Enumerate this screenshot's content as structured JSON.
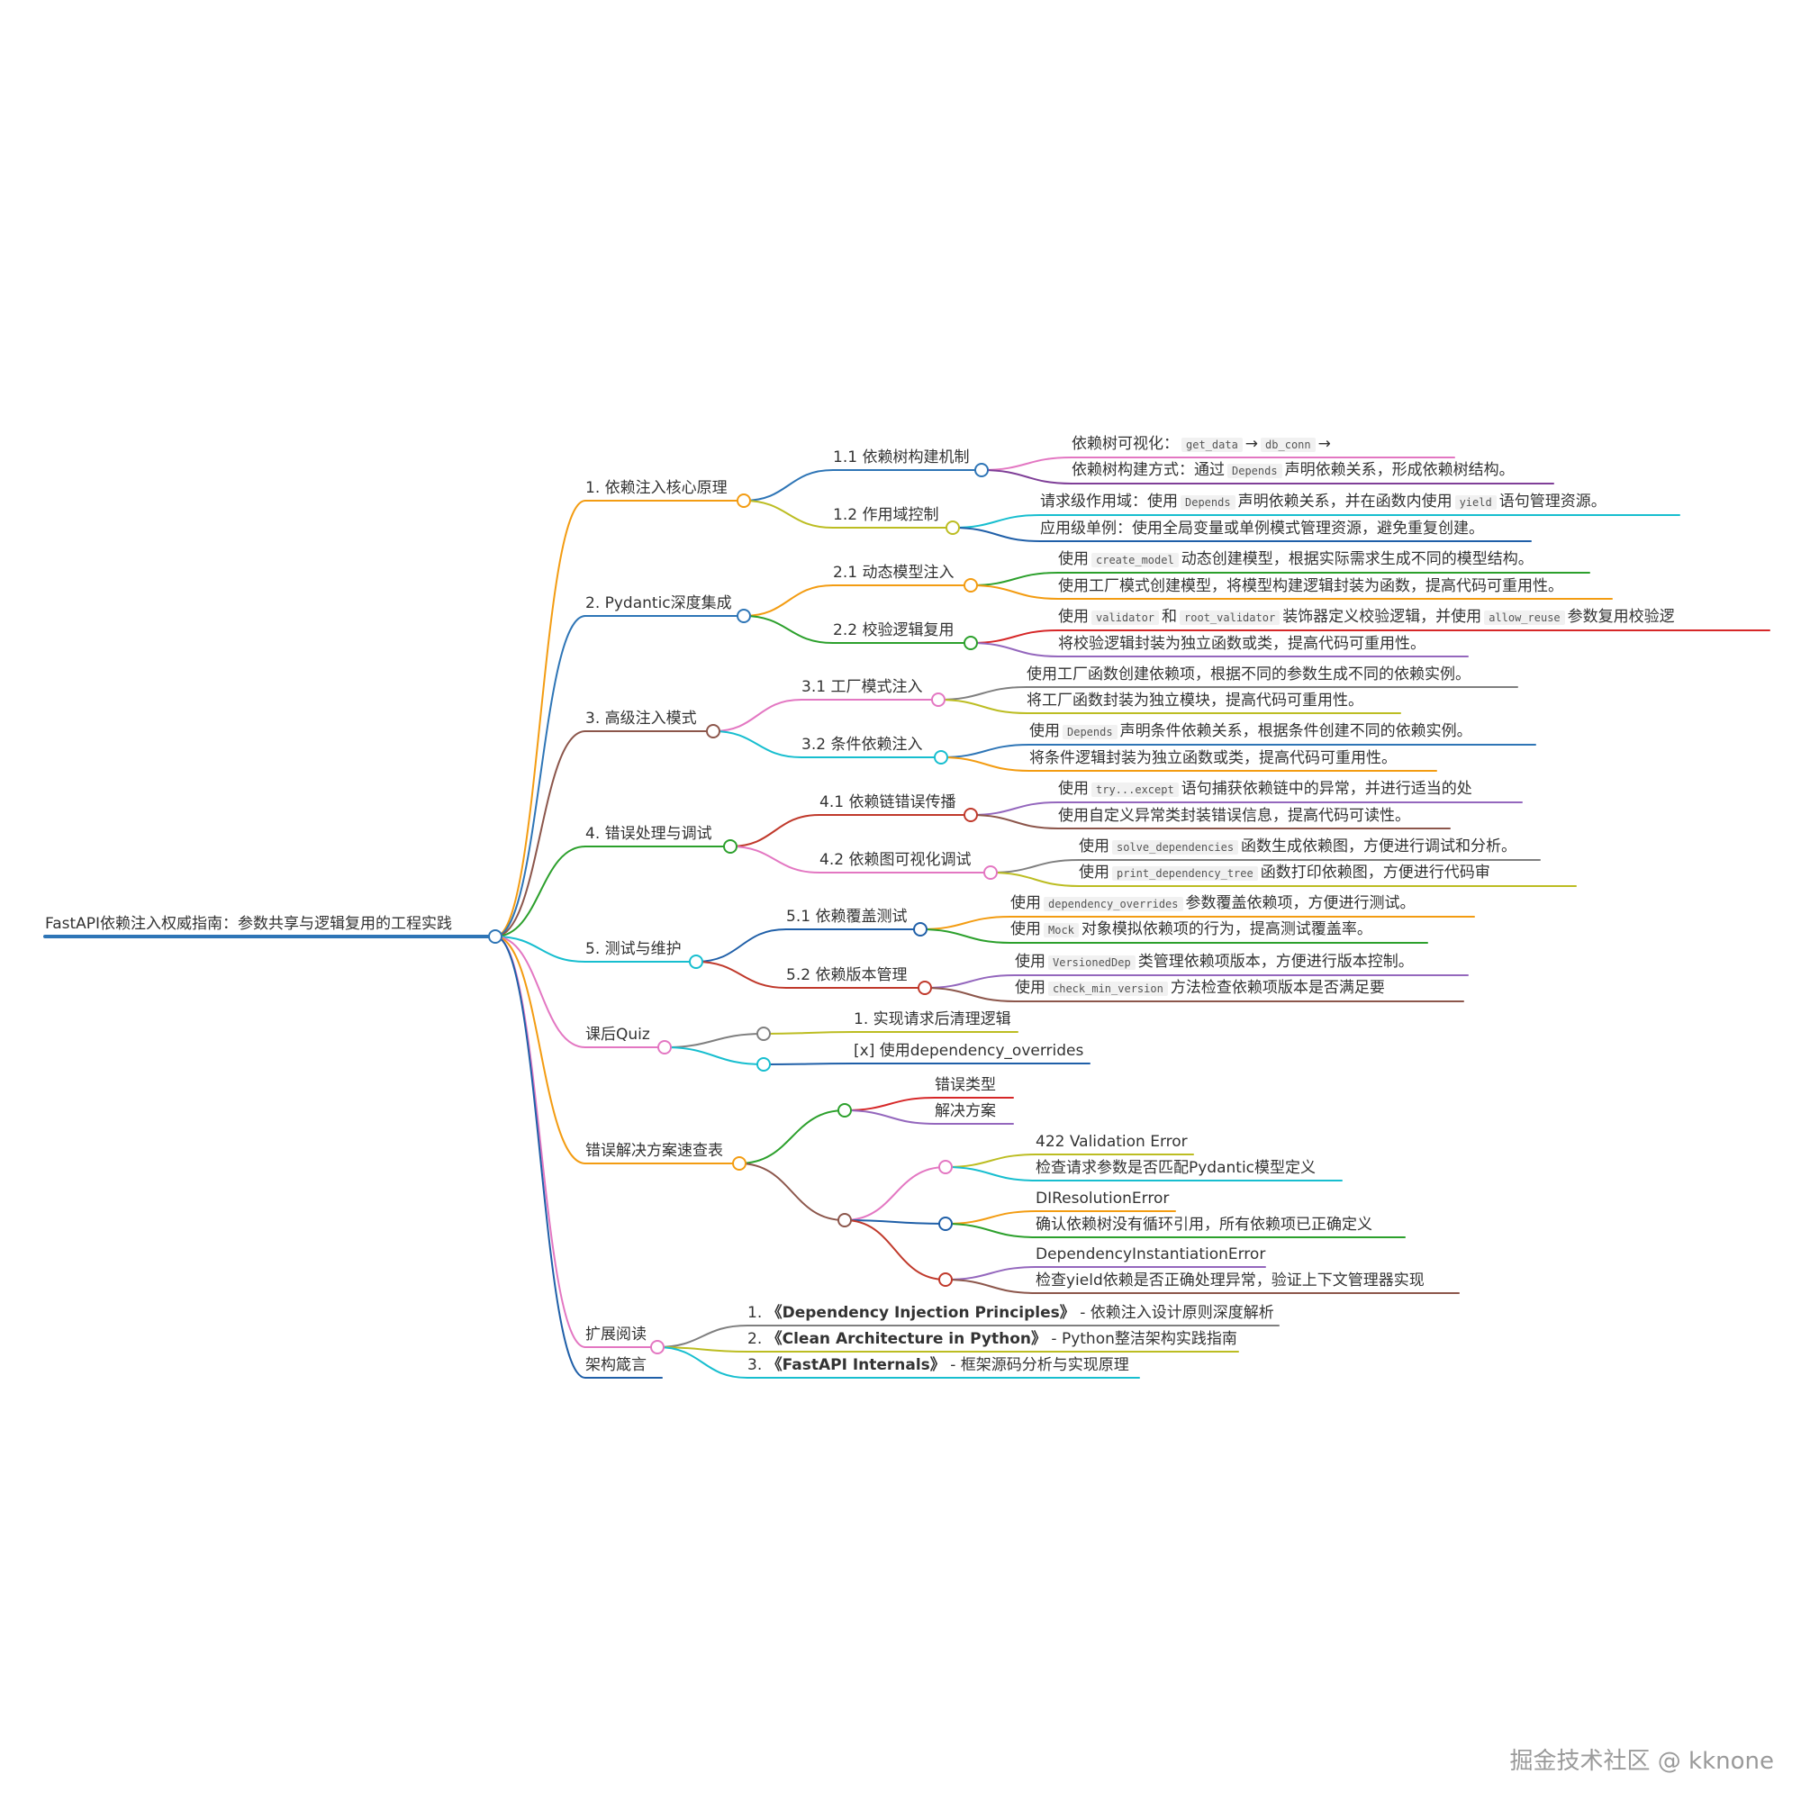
{
  "mindmap": {
    "root": {
      "id": "root",
      "color": "#2e75b6",
      "segs": [
        {
          "t": "FastAPI依赖注入权威指南：参数共享与逻辑复用的工程实践"
        }
      ]
    },
    "sections": [
      {
        "id": "s1",
        "color": "#f39c12",
        "segs": [
          {
            "t": "1. 依赖注入核心原理"
          }
        ],
        "children": [
          {
            "id": "s1a",
            "color": "#2e75b6",
            "segs": [
              {
                "t": "1.1 依赖树构建机制"
              }
            ],
            "children": [
              {
                "id": "s1a1",
                "color": "#e377c2",
                "segs": [
                  {
                    "t": "依赖树可视化："
                  },
                  {
                    "t": "get_data",
                    "code": true
                  },
                  {
                    "t": "→"
                  },
                  {
                    "t": "db_conn",
                    "code": true
                  },
                  {
                    "t": "→"
                  }
                ]
              },
              {
                "id": "s1a2",
                "color": "#7f3f98",
                "segs": [
                  {
                    "t": "依赖树构建方式：通过"
                  },
                  {
                    "t": "Depends",
                    "code": true
                  },
                  {
                    "t": "声明依赖关系，形成依赖树结构。"
                  }
                ]
              }
            ]
          },
          {
            "id": "s1b",
            "color": "#bcbd22",
            "segs": [
              {
                "t": "1.2 作用域控制"
              }
            ],
            "children": [
              {
                "id": "s1b1",
                "color": "#17becf",
                "segs": [
                  {
                    "t": "请求级作用域：使用"
                  },
                  {
                    "t": "Depends",
                    "code": true
                  },
                  {
                    "t": "声明依赖关系，并在函数内使用"
                  },
                  {
                    "t": "yield",
                    "code": true
                  },
                  {
                    "t": "语句管理资源。"
                  }
                ]
              },
              {
                "id": "s1b2",
                "color": "#1f5fa8",
                "segs": [
                  {
                    "t": "应用级单例：使用全局变量或单例模式管理资源，避免重复创建。"
                  }
                ]
              }
            ]
          }
        ]
      },
      {
        "id": "s2",
        "color": "#2e75b6",
        "segs": [
          {
            "t": "2. Pydantic深度集成"
          }
        ],
        "children": [
          {
            "id": "s2a",
            "color": "#f39c12",
            "segs": [
              {
                "t": "2.1 动态模型注入"
              }
            ],
            "children": [
              {
                "id": "s2a1",
                "color": "#2ca02c",
                "segs": [
                  {
                    "t": "使用"
                  },
                  {
                    "t": "create_model",
                    "code": true
                  },
                  {
                    "t": "动态创建模型，根据实际需求生成不同的模型结构。"
                  }
                ]
              },
              {
                "id": "s2a2",
                "color": "#f39c12",
                "segs": [
                  {
                    "t": "使用工厂模式创建模型，将模型构建逻辑封装为函数，提高代码可重用性。"
                  }
                ]
              }
            ]
          },
          {
            "id": "s2b",
            "color": "#2ca02c",
            "segs": [
              {
                "t": "2.2 校验逻辑复用"
              }
            ],
            "children": [
              {
                "id": "s2b1",
                "color": "#d62728",
                "segs": [
                  {
                    "t": "使用"
                  },
                  {
                    "t": "validator",
                    "code": true
                  },
                  {
                    "t": "和"
                  },
                  {
                    "t": "root_validator",
                    "code": true
                  },
                  {
                    "t": "装饰器定义校验逻辑，并使用"
                  },
                  {
                    "t": "allow_reuse",
                    "code": true
                  },
                  {
                    "t": "参数复用校验逻"
                  }
                ]
              },
              {
                "id": "s2b2",
                "color": "#9467bd",
                "segs": [
                  {
                    "t": "将校验逻辑封装为独立函数或类，提高代码可重用性。"
                  }
                ]
              }
            ]
          }
        ]
      },
      {
        "id": "s3",
        "color": "#8c564b",
        "segs": [
          {
            "t": "3. 高级注入模式"
          }
        ],
        "children": [
          {
            "id": "s3a",
            "color": "#e377c2",
            "segs": [
              {
                "t": "3.1 工厂模式注入"
              }
            ],
            "children": [
              {
                "id": "s3a1",
                "color": "#7f7f7f",
                "segs": [
                  {
                    "t": "使用工厂函数创建依赖项，根据不同的参数生成不同的依赖实例。"
                  }
                ]
              },
              {
                "id": "s3a2",
                "color": "#bcbd22",
                "segs": [
                  {
                    "t": "将工厂函数封装为独立模块，提高代码可重用性。"
                  }
                ]
              }
            ]
          },
          {
            "id": "s3b",
            "color": "#17becf",
            "segs": [
              {
                "t": "3.2 条件依赖注入"
              }
            ],
            "children": [
              {
                "id": "s3b1",
                "color": "#2e75b6",
                "segs": [
                  {
                    "t": "使用"
                  },
                  {
                    "t": "Depends",
                    "code": true
                  },
                  {
                    "t": "声明条件依赖关系，根据条件创建不同的依赖实例。"
                  }
                ]
              },
              {
                "id": "s3b2",
                "color": "#f39c12",
                "segs": [
                  {
                    "t": "将条件逻辑封装为独立函数或类，提高代码可重用性。"
                  }
                ]
              }
            ]
          }
        ]
      },
      {
        "id": "s4",
        "color": "#2ca02c",
        "segs": [
          {
            "t": "4. 错误处理与调试"
          }
        ],
        "children": [
          {
            "id": "s4a",
            "color": "#c0392b",
            "segs": [
              {
                "t": "4.1 依赖链错误传播"
              }
            ],
            "children": [
              {
                "id": "s4a1",
                "color": "#9467bd",
                "segs": [
                  {
                    "t": "使用"
                  },
                  {
                    "t": "try...except",
                    "code": true
                  },
                  {
                    "t": "语句捕获依赖链中的异常，并进行适当的处"
                  }
                ]
              },
              {
                "id": "s4a2",
                "color": "#8c564b",
                "segs": [
                  {
                    "t": "使用自定义异常类封装错误信息，提高代码可读性。"
                  }
                ]
              }
            ]
          },
          {
            "id": "s4b",
            "color": "#e377c2",
            "segs": [
              {
                "t": "4.2 依赖图可视化调试"
              }
            ],
            "children": [
              {
                "id": "s4b1",
                "color": "#7f7f7f",
                "segs": [
                  {
                    "t": "使用"
                  },
                  {
                    "t": "solve_dependencies",
                    "code": true
                  },
                  {
                    "t": "函数生成依赖图，方便进行调试和分析。"
                  }
                ]
              },
              {
                "id": "s4b2",
                "color": "#bcbd22",
                "segs": [
                  {
                    "t": "使用"
                  },
                  {
                    "t": "print_dependency_tree",
                    "code": true
                  },
                  {
                    "t": "函数打印依赖图，方便进行代码审"
                  }
                ]
              }
            ]
          }
        ]
      },
      {
        "id": "s5",
        "color": "#17becf",
        "segs": [
          {
            "t": "5. 测试与维护"
          }
        ],
        "children": [
          {
            "id": "s5a",
            "color": "#1f5fa8",
            "segs": [
              {
                "t": "5.1 依赖覆盖测试"
              }
            ],
            "children": [
              {
                "id": "s5a1",
                "color": "#f39c12",
                "segs": [
                  {
                    "t": "使用"
                  },
                  {
                    "t": "dependency_overrides",
                    "code": true
                  },
                  {
                    "t": "参数覆盖依赖项，方便进行测试。"
                  }
                ]
              },
              {
                "id": "s5a2",
                "color": "#2ca02c",
                "segs": [
                  {
                    "t": "使用"
                  },
                  {
                    "t": "Mock",
                    "code": true
                  },
                  {
                    "t": "对象模拟依赖项的行为，提高测试覆盖率。"
                  }
                ]
              }
            ]
          },
          {
            "id": "s5b",
            "color": "#c0392b",
            "segs": [
              {
                "t": "5.2 依赖版本管理"
              }
            ],
            "children": [
              {
                "id": "s5b1",
                "color": "#9467bd",
                "segs": [
                  {
                    "t": "使用"
                  },
                  {
                    "t": "VersionedDep",
                    "code": true
                  },
                  {
                    "t": "类管理依赖项版本，方便进行版本控制。"
                  }
                ]
              },
              {
                "id": "s5b2",
                "color": "#8c564b",
                "segs": [
                  {
                    "t": "使用"
                  },
                  {
                    "t": "check_min_version",
                    "code": true
                  },
                  {
                    "t": "方法检查依赖项版本是否满足要"
                  }
                ]
              }
            ]
          }
        ]
      },
      {
        "id": "s6",
        "color": "#e377c2",
        "segs": [
          {
            "t": "课后Quiz"
          }
        ],
        "children": [
          {
            "id": "s6a",
            "color": "#7f7f7f",
            "segs": [],
            "children": [
              {
                "id": "s6a1",
                "color": "#bcbd22",
                "segs": [
                  {
                    "t": "1. 实现请求后清理逻辑"
                  }
                ]
              }
            ]
          },
          {
            "id": "s6b",
            "color": "#17becf",
            "segs": [],
            "children": [
              {
                "id": "s6b1",
                "color": "#1f5fa8",
                "segs": [
                  {
                    "t": "[x] 使用dependency_overrides"
                  }
                ]
              }
            ]
          }
        ]
      },
      {
        "id": "s7",
        "color": "#f39c12",
        "segs": [
          {
            "t": "错误解决方案速查表"
          }
        ],
        "children": [
          {
            "id": "s7a",
            "color": "#2ca02c",
            "segs": [],
            "children": [
              {
                "id": "s7a1",
                "color": "#d62728",
                "segs": [
                  {
                    "t": "错误类型"
                  }
                ]
              },
              {
                "id": "s7a2",
                "color": "#9467bd",
                "segs": [
                  {
                    "t": "解决方案"
                  }
                ]
              }
            ]
          },
          {
            "id": "s7b",
            "color": "#8c564b",
            "segs": [],
            "children": [
              {
                "id": "s7b1",
                "color": "#e377c2",
                "segs": [],
                "children": [
                  {
                    "id": "s7b1a",
                    "color": "#bcbd22",
                    "segs": [
                      {
                        "t": "422 Validation Error"
                      }
                    ]
                  },
                  {
                    "id": "s7b1b",
                    "color": "#17becf",
                    "segs": [
                      {
                        "t": "检查请求参数是否匹配Pydantic模型定义"
                      }
                    ]
                  }
                ]
              },
              {
                "id": "s7b2",
                "color": "#1f5fa8",
                "segs": [],
                "children": [
                  {
                    "id": "s7b2a",
                    "color": "#f39c12",
                    "segs": [
                      {
                        "t": "DIResolutionError"
                      }
                    ]
                  },
                  {
                    "id": "s7b2b",
                    "color": "#2ca02c",
                    "segs": [
                      {
                        "t": "确认依赖树没有循环引用，所有依赖项已正确定义"
                      }
                    ]
                  }
                ]
              },
              {
                "id": "s7b3",
                "color": "#c0392b",
                "segs": [],
                "children": [
                  {
                    "id": "s7b3a",
                    "color": "#9467bd",
                    "segs": [
                      {
                        "t": "DependencyInstantiationError"
                      }
                    ]
                  },
                  {
                    "id": "s7b3b",
                    "color": "#8c564b",
                    "segs": [
                      {
                        "t": "检查yield依赖是否正确处理异常，验证上下文管理器实现"
                      }
                    ]
                  }
                ]
              }
            ]
          }
        ]
      },
      {
        "id": "s8",
        "color": "#e377c2",
        "segs": [
          {
            "t": "扩展阅读"
          }
        ],
        "children": [
          {
            "id": "s8a",
            "color": "#7f7f7f",
            "segs": [
              {
                "t": "1. "
              },
              {
                "t": "《Dependency Injection Principles》",
                "bold": true
              },
              {
                "t": " - 依赖注入设计原则深度解析"
              }
            ]
          },
          {
            "id": "s8b",
            "color": "#bcbd22",
            "segs": [
              {
                "t": "2. "
              },
              {
                "t": "《Clean Architecture in Python》",
                "bold": true
              },
              {
                "t": " - Python整洁架构实践指南"
              }
            ]
          },
          {
            "id": "s8c",
            "color": "#17becf",
            "segs": [
              {
                "t": "3. "
              },
              {
                "t": "《FastAPI Internals》",
                "bold": true
              },
              {
                "t": " - 框架源码分析与实现原理"
              }
            ]
          }
        ]
      },
      {
        "id": "s9",
        "color": "#1f5fa8",
        "segs": [
          {
            "t": "架构箴言"
          }
        ]
      }
    ]
  },
  "watermark": "掘金技术社区 @ kknone"
}
